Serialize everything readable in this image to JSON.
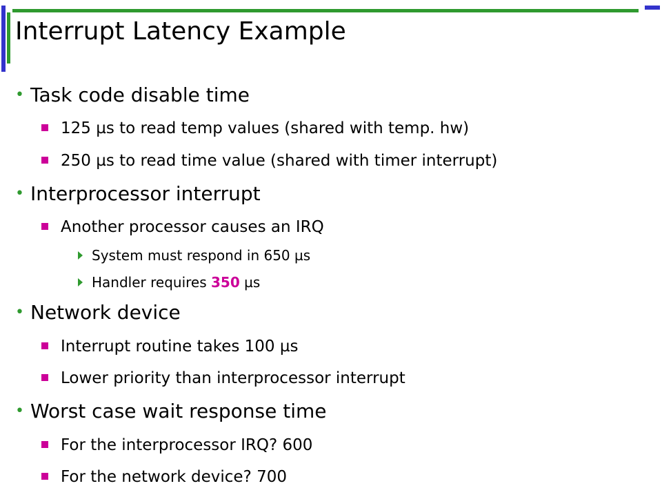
{
  "title": "Interrupt Latency Example",
  "colors": {
    "accent_blue": "#3333cc",
    "accent_green": "#2f9a2f",
    "highlight_magenta": "#cc0099"
  },
  "icons": {
    "level1": "round-bullet",
    "level2": "square-bullet",
    "level3": "triangle-bullet"
  },
  "sections": [
    {
      "text": "Task code disable time",
      "items": [
        {
          "text": "125 µs to read temp values (shared with temp. hw)"
        },
        {
          "text": "250 µs to read time value (shared with timer interrupt)"
        }
      ]
    },
    {
      "text": "Interprocessor interrupt",
      "items": [
        {
          "text": "Another processor causes an IRQ",
          "subitems": [
            {
              "text": "System must respond in 650 µs"
            },
            {
              "pre": "Handler requires ",
              "highlight": "350",
              "post": " µs"
            }
          ]
        }
      ]
    },
    {
      "text": "Network device",
      "items": [
        {
          "text": "Interrupt routine takes 100 µs"
        },
        {
          "text": "Lower priority than interprocessor interrupt"
        }
      ]
    },
    {
      "text": "Worst case wait response time",
      "items": [
        {
          "text": "For the interprocessor IRQ? 600"
        },
        {
          "text": "For the network device? 700"
        }
      ]
    }
  ]
}
